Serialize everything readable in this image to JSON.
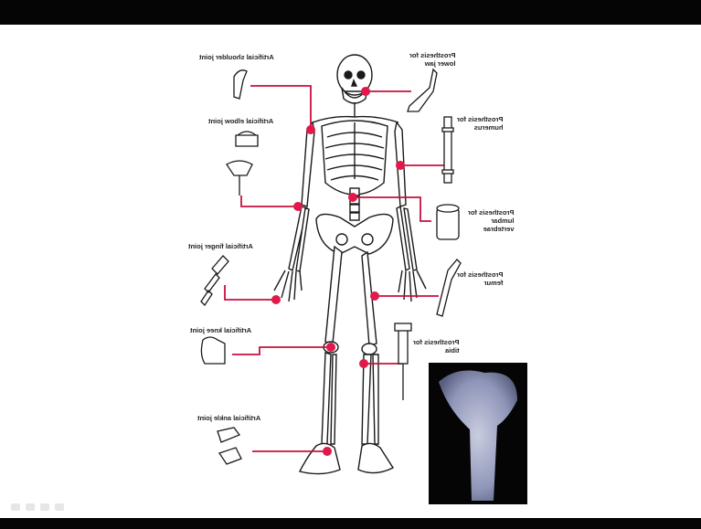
{
  "labels": {
    "shoulder": "Artificial shoulder joint",
    "elbow": "Artificial elbow joint",
    "finger": "Artificial finger joint",
    "knee": "Artificial knee joint",
    "ankle": "Artificial ankle joint",
    "jaw": "Prosthesis for\nlower jaw",
    "humerus": "Prosthesis for\nhumerus",
    "lumbar": "Prosthesis for\nlumbar\nvertebrae",
    "femur": "Prosthesis for\nfemur",
    "tibia": "Prosthesis for\ntibia"
  },
  "colors": {
    "marker": "#e0194a",
    "line": "#c8103e",
    "bone": "#ffffff",
    "outline": "#1a1a1a",
    "frame": "#050505"
  },
  "controls": [
    "play-icon",
    "pencil-icon",
    "screen-icon",
    "more-icon"
  ]
}
